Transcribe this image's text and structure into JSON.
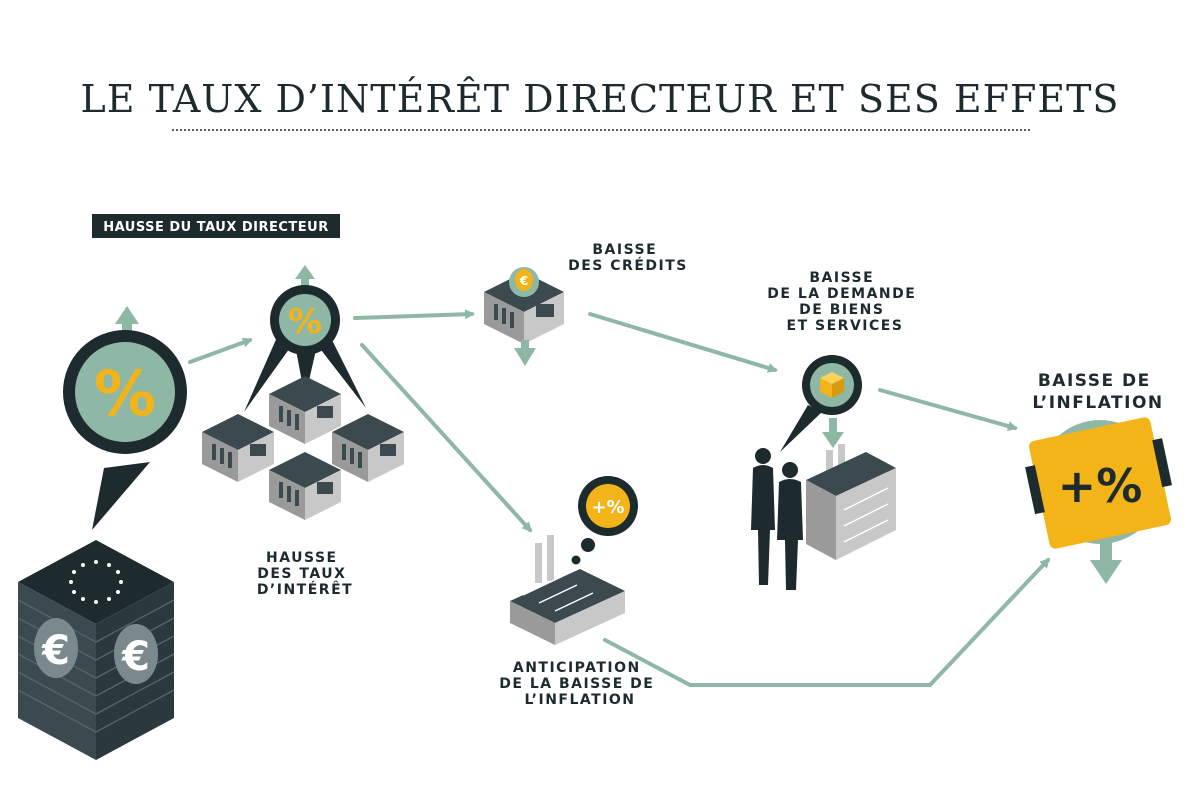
{
  "title": "LE TAUX D’INTÉRÊT DIRECTEUR ET SES EFFETS",
  "tag": {
    "text": "HAUSSE DU TAUX DIRECTEUR"
  },
  "symbols": {
    "percent": "%",
    "plus_percent": "+%",
    "euro": "€"
  },
  "labels": {
    "hausse_taux": [
      "HAUSSE",
      "DES TAUX",
      "D’INTÉRÊT"
    ],
    "baisse_credits": [
      "BAISSE",
      "DES CRÉDITS"
    ],
    "baisse_demande": [
      "BAISSE",
      "DE LA DEMANDE",
      "DE BIENS",
      "ET SERVICES"
    ],
    "anticipation": [
      "ANTICIPATION",
      "DE LA BAISSE DE",
      "L’INFLATION"
    ],
    "baisse_inflation": [
      "BAISSE DE",
      "L’INFLATION"
    ]
  },
  "colors": {
    "dark": "#1d2a2e",
    "teal": "#8fb7a6",
    "yellow": "#f2b418",
    "gray": "#9a9a9a"
  }
}
